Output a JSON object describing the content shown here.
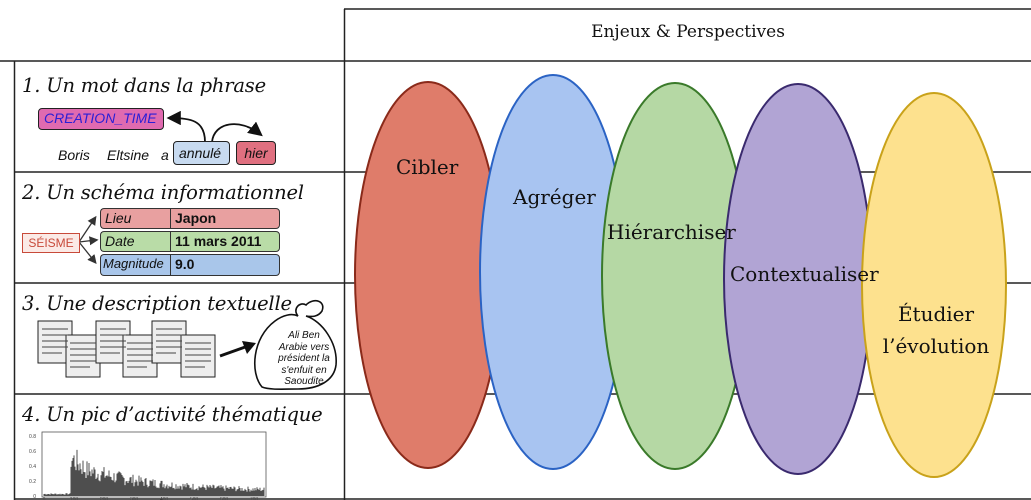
{
  "header": {
    "title": "Enjeux & Perspectives"
  },
  "rows": [
    {
      "title": "1. Un mot dans la phrase"
    },
    {
      "title": "2. Un schéma informationnel"
    },
    {
      "title": "3. Une description textuelle"
    },
    {
      "title": "4. Un pic d’activité thématique"
    }
  ],
  "row1": {
    "tag": "CREATION_TIME",
    "sentence_words": [
      "Boris",
      "Eltsine",
      "a"
    ],
    "annule": "annulé",
    "hier": "hier"
  },
  "row2": {
    "source": "SÉISME",
    "fields": [
      {
        "key": "Lieu",
        "value": "Japon",
        "color": "#e8a0a0"
      },
      {
        "key": "Date",
        "value": "11 mars 2011",
        "color": "#b9dca7"
      },
      {
        "key": "Magnitude",
        "value": "9.0",
        "color": "#a9c6ea"
      }
    ]
  },
  "row3": {
    "bag_text": [
      "Ali Ben",
      "Arabie vers",
      "président la",
      "s'enfuit en",
      "Saoudite"
    ]
  },
  "row4": {
    "x_ticks": [
      "0",
      "100",
      "200",
      "300",
      "400",
      "500",
      "600",
      "700"
    ],
    "y_ticks": [
      "0",
      "0.2",
      "0.4",
      "0.6",
      "0.8"
    ]
  },
  "perspectives": [
    {
      "label": "Cibler",
      "fill": "#df7c6a",
      "stroke": "#8a2a1a"
    },
    {
      "label": "Agréger",
      "fill": "#a8c4f1",
      "stroke": "#2b63c4"
    },
    {
      "label": "Hiérarchiser",
      "fill": "#b5d8a4",
      "stroke": "#3a7a2a"
    },
    {
      "label": "Contextualiser",
      "fill": "#b1a4d4",
      "stroke": "#3a2a6e"
    },
    {
      "label": "Étudier",
      "label2": "l’évolution",
      "fill": "#fde18e",
      "stroke": "#c9a21a"
    }
  ]
}
